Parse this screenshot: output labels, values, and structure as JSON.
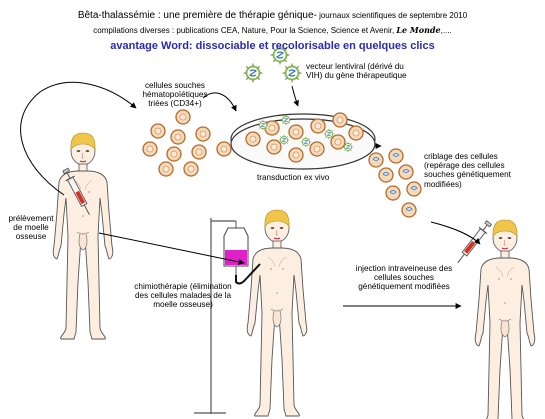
{
  "header": {
    "title_main": "Bêta-thalassémie : une première de thérapie génique-",
    "title_small": " journaux scientifiques de septembre 2010",
    "sources_text": "compilations diverses : publications CEA, Nature, Pour la Science, Science et Avenir, ",
    "sources_newspaper": "Le Monde",
    "sources_tail": ",....",
    "subtitle": "avantage Word: dissociable et recolorisable en quelques clics"
  },
  "labels": {
    "stem_cells": [
      "cellules souches",
      "hématopoïétiques",
      "triées (CD34+)"
    ],
    "vector": [
      "vecteur lentiviral (dérivé du",
      "VIH) du gène thérapeutique"
    ],
    "transduction": "transduction ex vivo",
    "screening": [
      "criblage des cellules",
      "(repérage des cellules",
      "souches génétiquement",
      "modifiées)"
    ],
    "harvest": [
      "prélèvement",
      "de moelle",
      "osseuse"
    ],
    "chemo": [
      "chimiothérapie (élimination",
      "des cellules malades de la",
      "moelle osseuse)"
    ],
    "injection": [
      "injection intraveineuse des",
      "cellules souches",
      "génétiquement modifiées"
    ]
  },
  "colors": {
    "subtitle": "#2a2ab8",
    "cell_fill": "#f6d9b8",
    "cell_ring": "#b36a2e",
    "virus_green": "#8bc34a",
    "virus_blue": "#2e6fb5",
    "skin": "#fcefe2",
    "hair": "#f0c64a",
    "drip": "#e020c8"
  }
}
